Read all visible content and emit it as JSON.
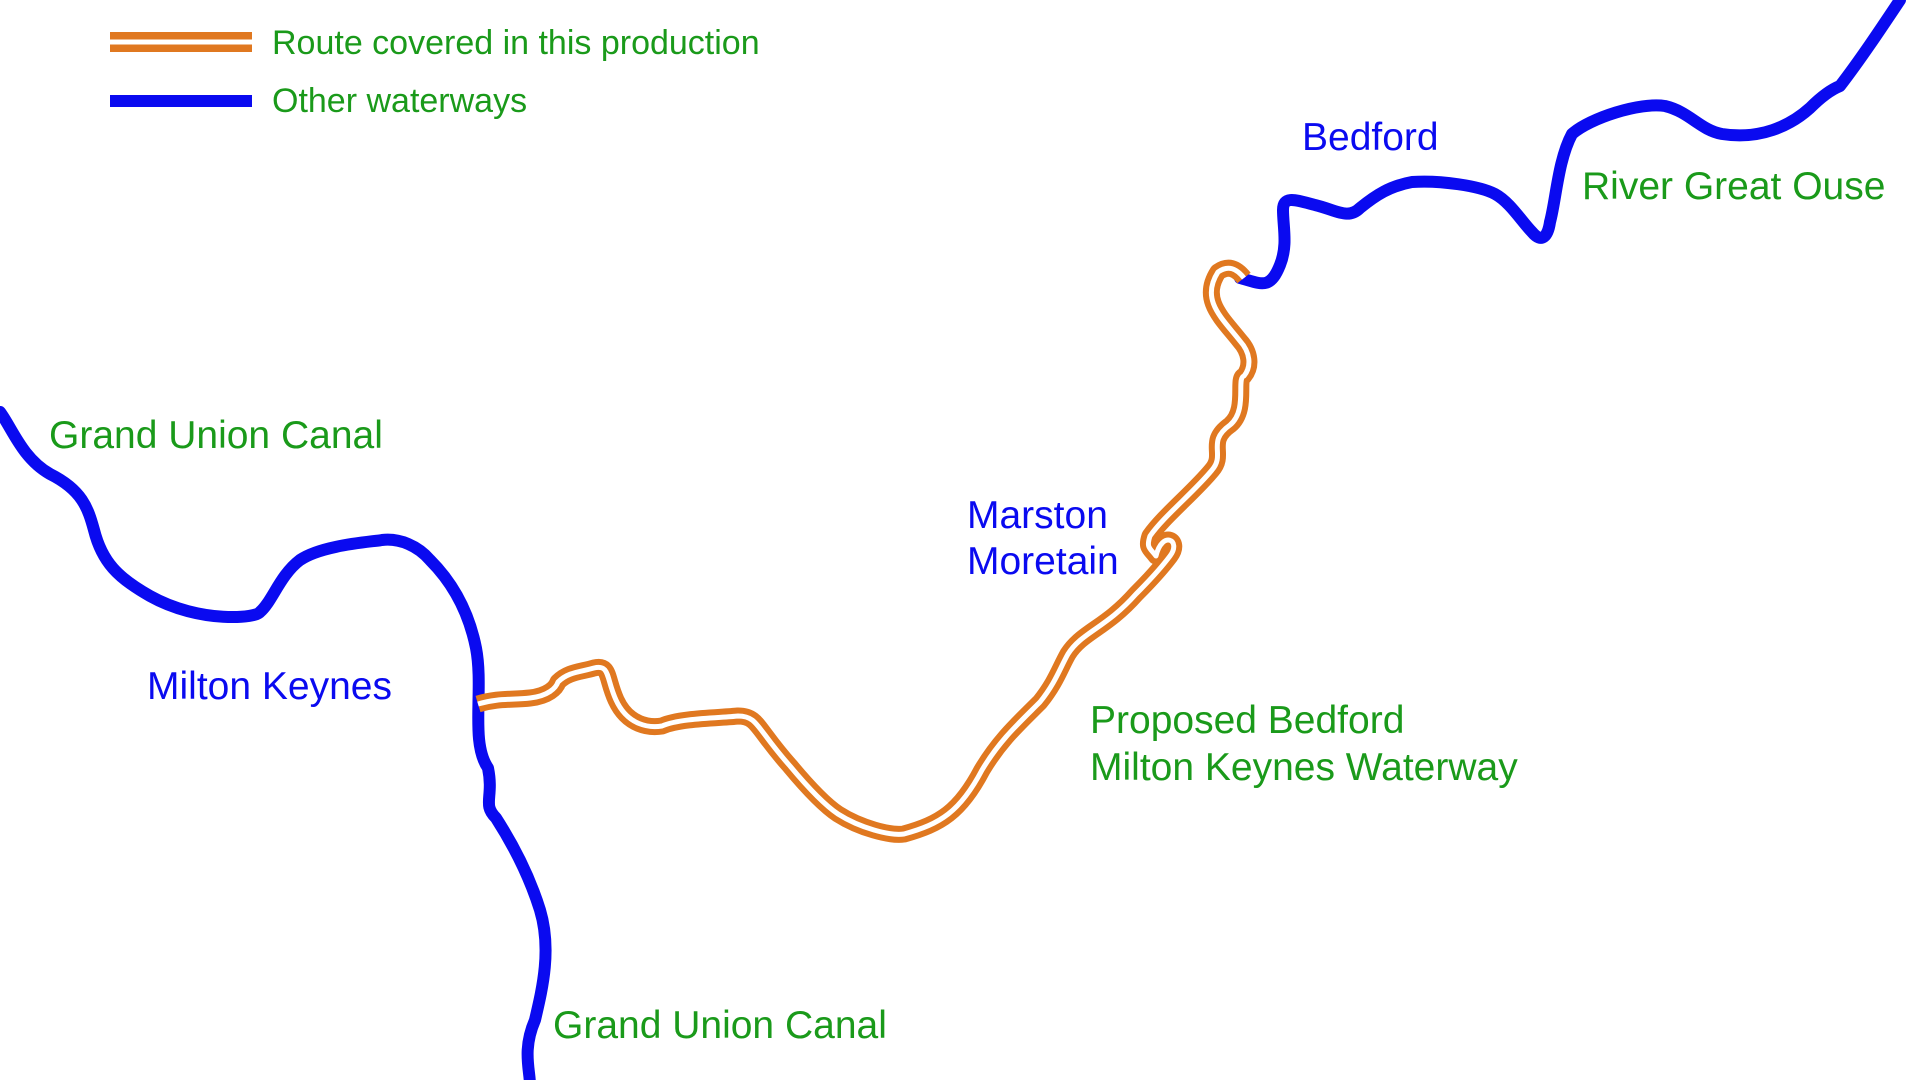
{
  "colors": {
    "route_orange": "#E07820",
    "waterway_blue": "#0A0AF0",
    "waterway_label_green": "#1A9A1A",
    "place_label_blue": "#0A0AF0",
    "background": "#FFFFFF"
  },
  "legend": {
    "route_label": "Route covered in this production",
    "other_label": "Other waterways"
  },
  "places": {
    "bedford": "Bedford",
    "marston_line1": "Marston",
    "marston_line2": "Moretain",
    "milton_keynes": "Milton Keynes"
  },
  "waterways": {
    "river_great_ouse": "River Great Ouse",
    "grand_union_canal_north": "Grand Union Canal",
    "grand_union_canal_south": "Grand Union Canal",
    "proposed_line1": "Proposed Bedford",
    "proposed_line2": "Milton Keynes Waterway"
  }
}
